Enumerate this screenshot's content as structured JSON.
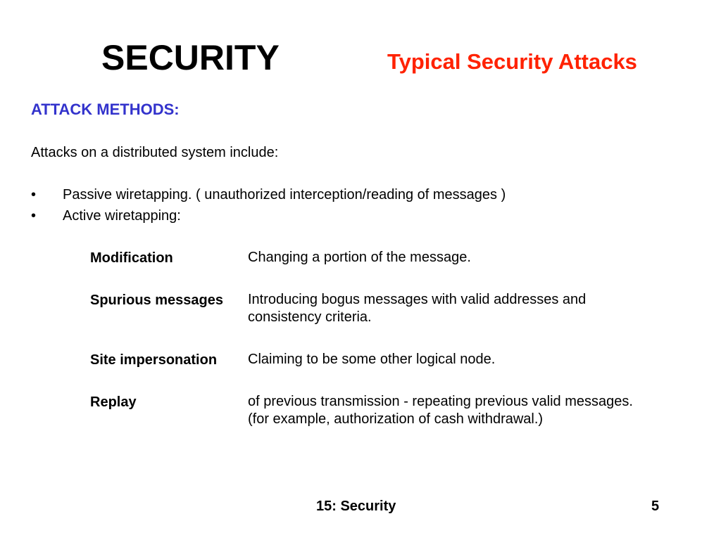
{
  "header": {
    "title": "SECURITY",
    "subtitle": "Typical Security Attacks"
  },
  "colors": {
    "title": "#000000",
    "subtitle": "#ff2200",
    "section_heading": "#3333cc",
    "text": "#000000",
    "background": "#ffffff"
  },
  "content": {
    "section_heading": "ATTACK METHODS:",
    "intro": "Attacks on a distributed system include:",
    "bullets": [
      {
        "mark": "•",
        "text": "Passive wiretapping. ( unauthorized interception/reading of messages )"
      },
      {
        "mark": "•",
        "text": "Active wiretapping:"
      }
    ],
    "definitions": [
      {
        "term": "Modification",
        "lines": [
          "Changing a portion of the message."
        ]
      },
      {
        "term": "Spurious messages",
        "lines": [
          "Introducing bogus messages with valid addresses and",
          "consistency criteria."
        ]
      },
      {
        "term": "Site impersonation",
        "lines": [
          "Claiming to be some other logical node."
        ]
      },
      {
        "term": "Replay",
        "lines": [
          "of previous transmission - repeating previous valid messages.",
          "(for example, authorization of cash withdrawal.)"
        ]
      }
    ]
  },
  "footer": {
    "center": "15: Security",
    "page_number": "5"
  }
}
